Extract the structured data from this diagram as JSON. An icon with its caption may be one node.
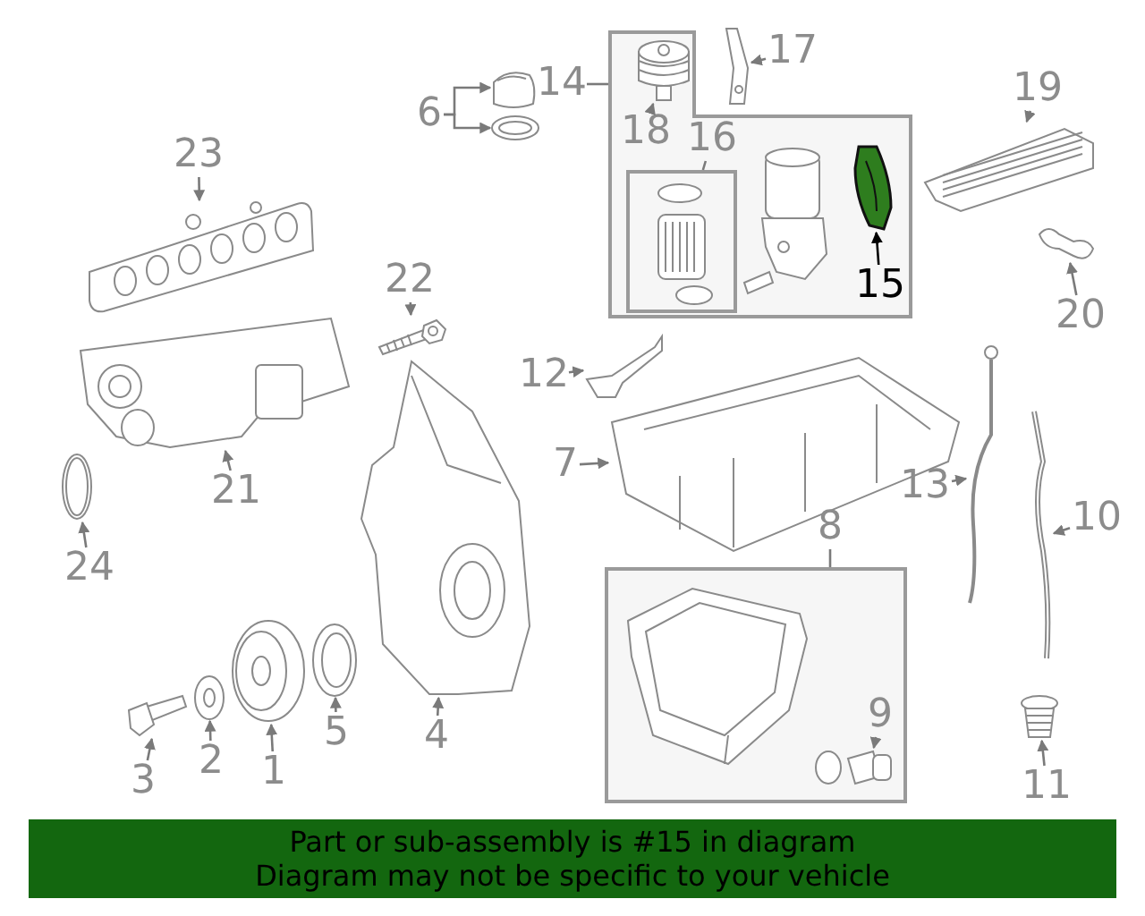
{
  "diagram": {
    "nodes": [
      {
        "text": [
          "23"
        ]
      },
      {
        "text": [],
        "shape": "picture"
      },
      {
        "text": [
          "6"
        ]
      },
      {
        "text": [],
        "shape": "picture"
      },
      {
        "text": [],
        "shape": "picture"
      },
      {
        "text": [],
        "shape": "box"
      },
      {
        "text": [],
        "shape": "picture",
        "in": 5
      },
      {
        "text": [
          "18"
        ],
        "in": 5
      },
      {
        "text": [
          "14"
        ]
      },
      {
        "text": [
          "17"
        ]
      },
      {
        "text": [],
        "shape": "picture"
      },
      {
        "text": [],
        "shape": "box",
        "in": 5
      },
      {
        "text": [
          "16"
        ],
        "in": 5
      },
      {
        "text": [],
        "shape": "picture",
        "in": 11
      },
      {
        "text": [],
        "shape": "picture",
        "in": 5
      },
      {
        "text": [],
        "shape": "picture",
        "in": 5
      },
      {
        "text": [
          "15"
        ],
        "in": 5
      },
      {
        "text": [
          "19"
        ]
      },
      {
        "text": [],
        "shape": "picture"
      },
      {
        "text": [
          "20"
        ]
      },
      {
        "text": [],
        "shape": "picture"
      },
      {
        "text": [
          "22"
        ]
      },
      {
        "text": [],
        "shape": "picture"
      },
      {
        "text": [],
        "shape": "picture"
      },
      {
        "text": [
          "21"
        ]
      },
      {
        "text": [
          "24"
        ]
      },
      {
        "text": [],
        "shape": "picture"
      },
      {
        "text": [
          "12"
        ]
      },
      {
        "text": [],
        "shape": "picture"
      },
      {
        "text": [
          "7"
        ]
      },
      {
        "text": [],
        "shape": "picture"
      },
      {
        "text": [
          "13"
        ]
      },
      {
        "text": [],
        "shape": "picture"
      },
      {
        "text": [
          "10"
        ]
      },
      {
        "text": [],
        "shape": "picture"
      },
      {
        "text": [
          "8"
        ]
      },
      {
        "text": [],
        "shape": "box"
      },
      {
        "text": [],
        "shape": "picture",
        "in": 36
      },
      {
        "text": [
          "9"
        ],
        "in": 36
      },
      {
        "text": [],
        "shape": "picture",
        "in": 36
      },
      {
        "text": [
          "11"
        ]
      },
      {
        "text": [],
        "shape": "picture"
      },
      {
        "text": [],
        "shape": "picture"
      },
      {
        "text": [
          "4"
        ]
      },
      {
        "text": [],
        "shape": "picture"
      },
      {
        "text": [
          "5"
        ]
      },
      {
        "text": [],
        "shape": "picture"
      },
      {
        "text": [
          "1"
        ]
      },
      {
        "text": [],
        "shape": "picture"
      },
      {
        "text": [
          "2"
        ]
      },
      {
        "text": [],
        "shape": "picture"
      },
      {
        "text": [
          "3"
        ]
      },
      {
        "text": [
          "Part or sub-assembly is #15 in diagram",
          "Diagram may not be specific to your vehicle"
        ]
      }
    ],
    "edges": [
      {
        "from": 0,
        "to": 1,
        "arrow": "to"
      },
      {
        "from": 2,
        "to": 3,
        "arrow": "to"
      },
      {
        "from": 2,
        "to": 4,
        "arrow": "to"
      },
      {
        "from": 7,
        "to": 6,
        "arrow": "to"
      },
      {
        "from": 8,
        "to": 5,
        "arrow": "none"
      },
      {
        "from": 9,
        "to": 10,
        "arrow": "to"
      },
      {
        "from": 12,
        "to": 11,
        "arrow": "none"
      },
      {
        "from": 16,
        "to": 15,
        "arrow": "to",
        "color": "#000000"
      },
      {
        "from": 17,
        "to": 18,
        "arrow": "to"
      },
      {
        "from": 19,
        "to": 20,
        "arrow": "to"
      },
      {
        "from": 21,
        "to": 22,
        "arrow": "to"
      },
      {
        "from": 24,
        "to": 23,
        "arrow": "to"
      },
      {
        "from": 25,
        "to": 26,
        "arrow": "to"
      },
      {
        "from": 27,
        "to": 28,
        "arrow": "to"
      },
      {
        "from": 29,
        "to": 30,
        "arrow": "to"
      },
      {
        "from": 31,
        "to": 32,
        "arrow": "to"
      },
      {
        "from": 33,
        "to": 34,
        "arrow": "to"
      },
      {
        "from": 35,
        "to": 36,
        "arrow": "none"
      },
      {
        "from": 38,
        "to": 39,
        "arrow": "to"
      },
      {
        "from": 40,
        "to": 41,
        "arrow": "to"
      },
      {
        "from": 43,
        "to": 42,
        "arrow": "to"
      },
      {
        "from": 45,
        "to": 44,
        "arrow": "to"
      },
      {
        "from": 47,
        "to": 46,
        "arrow": "to"
      },
      {
        "from": 49,
        "to": 48,
        "arrow": "to"
      },
      {
        "from": 51,
        "to": 50,
        "arrow": "to"
      }
    ]
  }
}
